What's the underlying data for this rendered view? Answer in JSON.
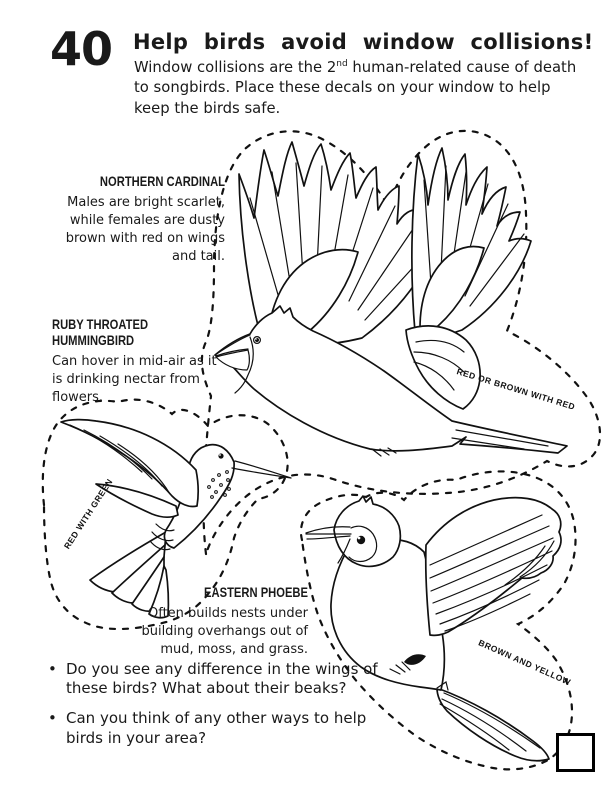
{
  "page": {
    "number": "40"
  },
  "header": {
    "title": "Help birds avoid window collisions!",
    "intro_before_sup": "Window collisions are the 2",
    "intro_sup": "nd",
    "intro_after_sup": " human-related cause of death to songbirds. Place these decals on your window to help keep the birds safe."
  },
  "birds": {
    "cardinal": {
      "name": "NORTHERN CARDINAL",
      "description": "Males are bright scarlet, while females are dusty brown with red on wings and tail.",
      "decal_label": "RED OR BROWN WITH RED"
    },
    "hummingbird": {
      "name": "RUBY THROATED HUMMINGBIRD",
      "description": "Can hover in mid-air as it is drinking nectar from flowers.",
      "decal_label": "RED WITH GREEN"
    },
    "phoebe": {
      "name": "EASTERN PHOEBE",
      "description": "Often builds nests under building overhangs out of mud, moss, and grass.",
      "decal_label": "BROWN AND YELLOW"
    }
  },
  "questions": {
    "bullet": "•",
    "q1": "Do you see any difference in the wings of these birds? What about their beaks?",
    "q2": "Can you think of any other ways to help birds in your area?"
  },
  "colors": {
    "ink": "#111111",
    "paper": "#ffffff"
  }
}
